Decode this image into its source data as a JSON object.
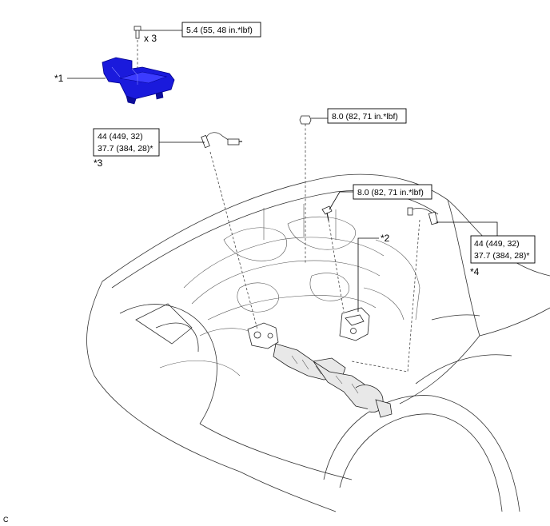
{
  "diagram": {
    "callouts": {
      "c1": "*1",
      "c2": "*2",
      "c3": "*3",
      "c4": "*4"
    },
    "torque": {
      "t1": "5.4 (55, 48 in.*lbf)",
      "t2": "8.0 (82, 71 in.*lbf)",
      "t3": "8.0 (82, 71 in.*lbf)",
      "t4_line1": "44 (449, 32)",
      "t4_line2": "37.7 (384, 28)*",
      "t5_line1": "44 (449, 32)",
      "t5_line2": "37.7 (384, 28)*"
    },
    "quantity": "x 3",
    "corner_code": "C",
    "colors": {
      "highlight_part": "#1a1adc",
      "line": "#222222"
    }
  }
}
